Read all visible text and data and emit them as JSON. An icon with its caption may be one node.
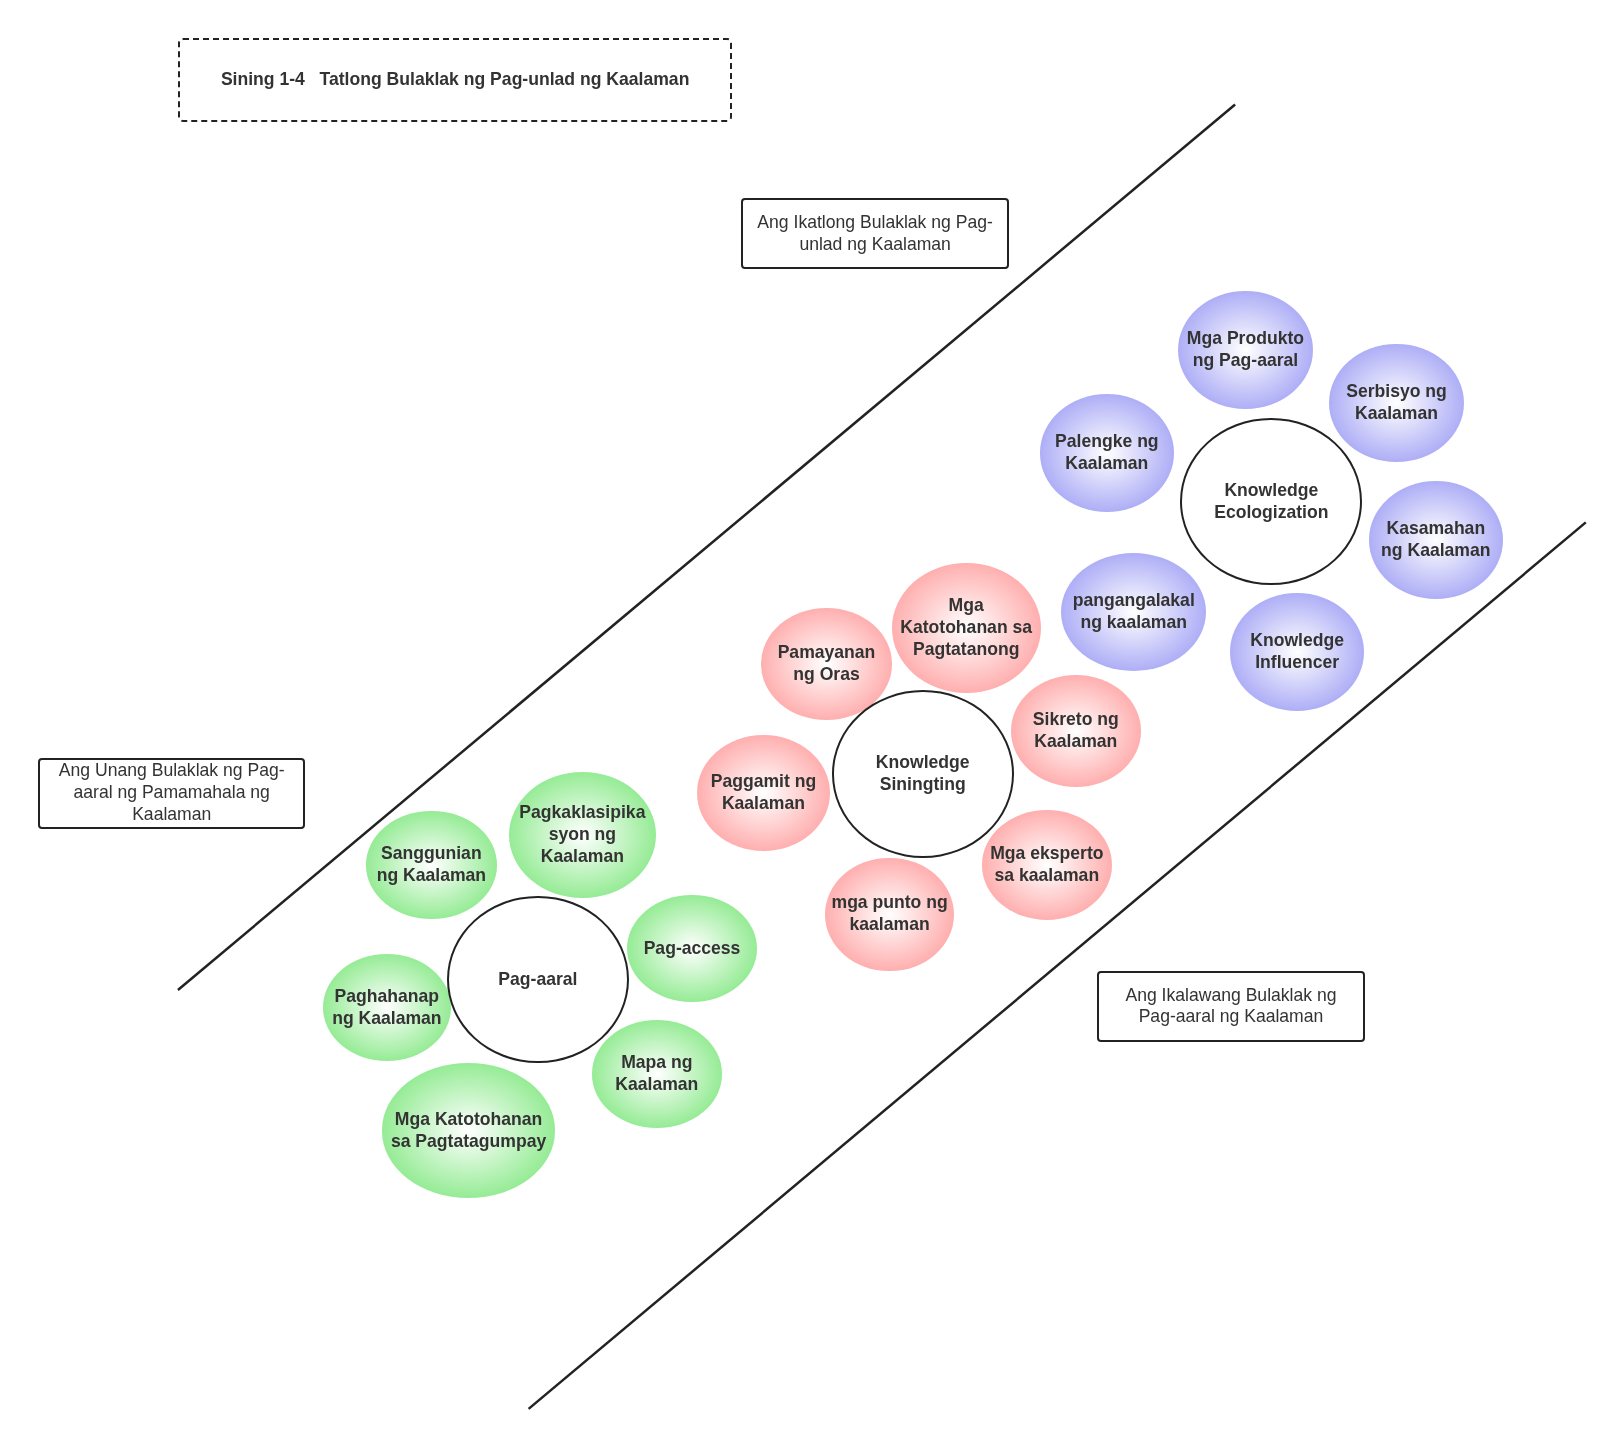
{
  "diagram": {
    "title": "Sining 1-4   Tatlong Bulaklak ng Pag-unlad ng Kaalaman",
    "nodes": [
      {
        "text": [
          "Ang Ikatlong Bulaklak ng Pag-unlad ng Kaalaman"
        ]
      },
      {
        "text": [
          "Mga Produkto ng Pag-aaral"
        ]
      },
      {
        "text": [
          "Palengke ng Kaalaman"
        ]
      },
      {
        "text": [
          "Serbisyo ng Kaalaman"
        ]
      },
      {
        "text": [
          "Knowledge Ecologization"
        ]
      },
      {
        "text": [
          "Kasamahan ng Kaalaman"
        ]
      },
      {
        "text": [
          "pangangalakal ng kaalaman"
        ]
      },
      {
        "text": [
          "Knowledge Influencer"
        ]
      },
      {
        "text": [
          "Mga Katotohanan sa Pagtatanong"
        ]
      },
      {
        "text": [
          "Pamayanan ng Oras"
        ]
      },
      {
        "text": [
          "Sikreto ng Kaalaman"
        ]
      },
      {
        "text": [
          "Paggamit ng Kaalaman"
        ]
      },
      {
        "text": [
          "Knowledge Siningting"
        ]
      },
      {
        "text": [
          "Ang Unang Bulaklak ng Pag-aaral ng Pamamahala ng Kaalaman"
        ]
      },
      {
        "text": [
          "Mga eksperto sa kaalaman"
        ]
      },
      {
        "text": [
          "Pagkaklasipikasyon ng Kaalaman"
        ]
      },
      {
        "text": [
          "mga punto ng kaalaman"
        ]
      },
      {
        "text": [
          "Sanggunian ng Kaalaman"
        ]
      },
      {
        "text": [
          "Pag-access"
        ]
      },
      {
        "text": [
          "Paghahanap ng Kaalaman"
        ]
      },
      {
        "text": [
          "Pag-aaral"
        ]
      },
      {
        "text": [
          "Ang Ikalawang Bulaklak ng Pag-aaral ng Kaalaman"
        ]
      },
      {
        "text": [
          "Mapa ng Kaalaman"
        ]
      },
      {
        "text": [
          "Mga Katotohanan sa Pagtatagumpay"
        ]
      }
    ],
    "edges": []
  }
}
